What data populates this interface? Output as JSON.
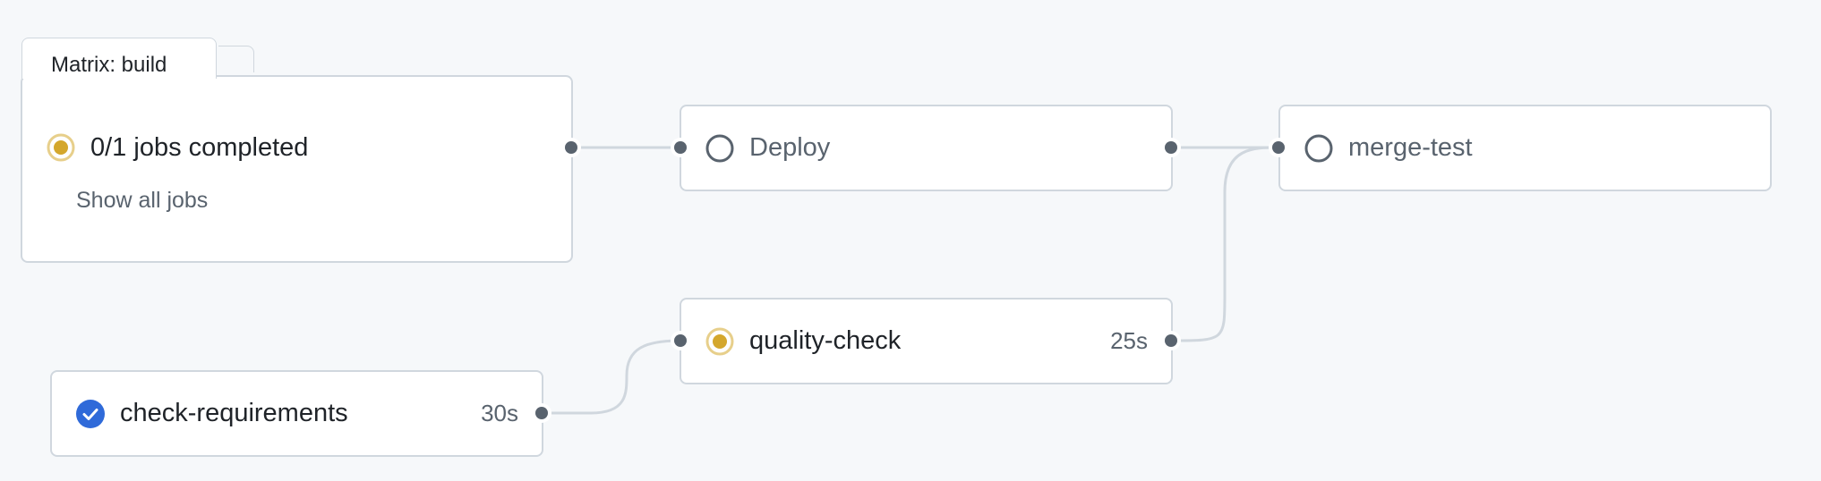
{
  "matrix": {
    "tab_label": "Matrix: build",
    "status_text": "0/1 jobs completed",
    "show_all_label": "Show all jobs"
  },
  "jobs": {
    "deploy": {
      "name": "Deploy",
      "status": "queued"
    },
    "merge_test": {
      "name": "merge-test",
      "status": "queued"
    },
    "quality_check": {
      "name": "quality-check",
      "duration": "25s",
      "status": "in-progress"
    },
    "check_requirements": {
      "name": "check-requirements",
      "duration": "30s",
      "status": "success"
    }
  },
  "colors": {
    "background": "#f6f8fa",
    "border": "#d0d7de",
    "in_progress": "#d4a72c",
    "success": "#2f6ad9",
    "queued": "#59636e",
    "connector": "#d0d7de"
  },
  "icons": {
    "in_progress": "in-progress-dot-icon",
    "queued": "queued-circle-icon",
    "success": "check-circle-icon"
  }
}
